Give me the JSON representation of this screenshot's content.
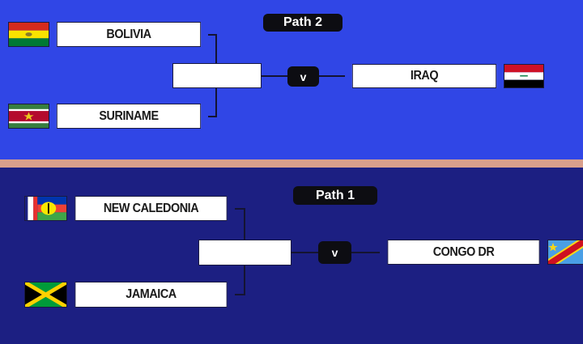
{
  "paths": [
    {
      "label": "Path 2",
      "semifinal": [
        {
          "name": "BOLIVIA",
          "flag": "bolivia-flag"
        },
        {
          "name": "SURINAME",
          "flag": "suriname-flag"
        }
      ],
      "vs": "v",
      "seed": {
        "name": "IRAQ",
        "flag": "iraq-flag"
      }
    },
    {
      "label": "Path 1",
      "semifinal": [
        {
          "name": "NEW CALEDONIA",
          "flag": "new-caledonia-flag"
        },
        {
          "name": "JAMAICA",
          "flag": "jamaica-flag"
        }
      ],
      "vs": "v",
      "seed": {
        "name": "CONGO DR",
        "flag": "congo-dr-flag"
      }
    }
  ],
  "colors": {
    "path2_bg": "#3046e6",
    "path1_bg": "#1c1f82",
    "separator": "#d99f8c"
  }
}
